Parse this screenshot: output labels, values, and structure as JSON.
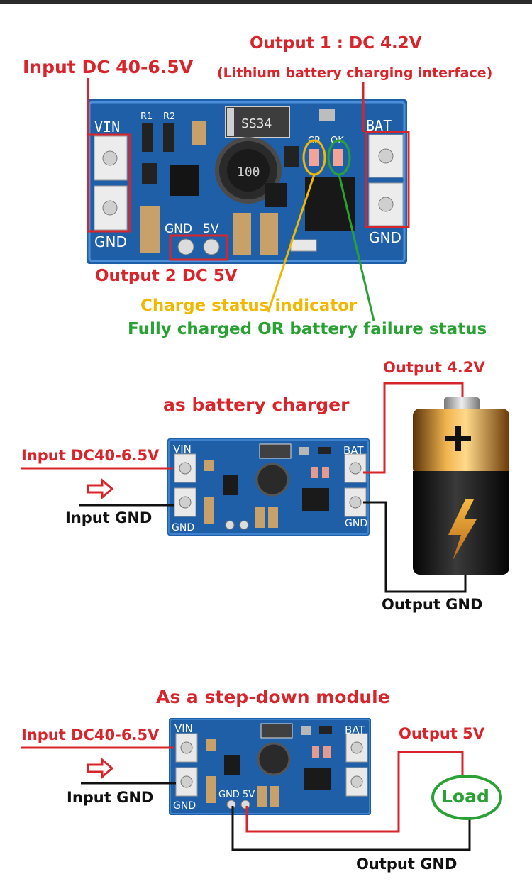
{
  "labels": {
    "input_top": "Input DC 40-6.5V",
    "output1": "Output 1 : DC 4.2V",
    "output1_sub": "(Lithium battery charging interface)",
    "output2": "Output 2 DC 5V",
    "charge_status": "Charge status indicator",
    "fully_charged": "Fully charged OR battery failure status",
    "section_charger": "as battery charger",
    "charger_output": "Output 4.2V",
    "charger_input": "Input DC40-6.5V",
    "charger_input_gnd": "Input GND",
    "charger_output_gnd": "Output GND",
    "section_stepdown": "As a step-down module",
    "stepdown_input": "Input DC40-6.5V",
    "stepdown_input_gnd": "Input GND",
    "stepdown_output": "Output 5V",
    "stepdown_output_gnd": "Output GND",
    "load": "Load"
  },
  "board": {
    "vin": "VIN",
    "gnd": "GND",
    "bat": "BAT",
    "gnd5v": "GND",
    "v5": "5V",
    "cr": "CR",
    "ok": "OK",
    "r1": "R1",
    "r2": "R2",
    "diode": "SS34",
    "inductor": "100"
  },
  "colors": {
    "board": "#1f5fa8",
    "annotation_red": "#d8242b",
    "annotation_yellow": "#f0b800",
    "annotation_green": "#2aa135",
    "wire_black": "#111111"
  }
}
